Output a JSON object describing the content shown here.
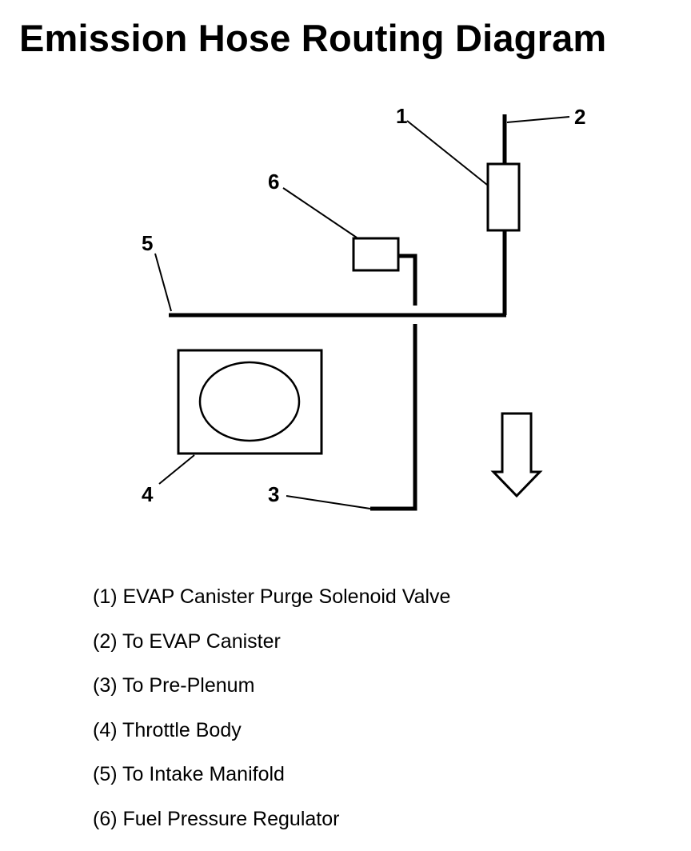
{
  "title": "Emission Hose Routing Diagram",
  "callouts": [
    "1",
    "2",
    "3",
    "4",
    "5",
    "6"
  ],
  "legend": [
    "(1) EVAP Canister Purge Solenoid Valve",
    "(2) To EVAP Canister",
    "(3) To Pre-Plenum",
    "(4) Throttle Body",
    "(5) To Intake Manifold",
    "(6) Fuel Pressure Regulator"
  ],
  "colors": {
    "ink": "#000000",
    "background": "#ffffff"
  }
}
